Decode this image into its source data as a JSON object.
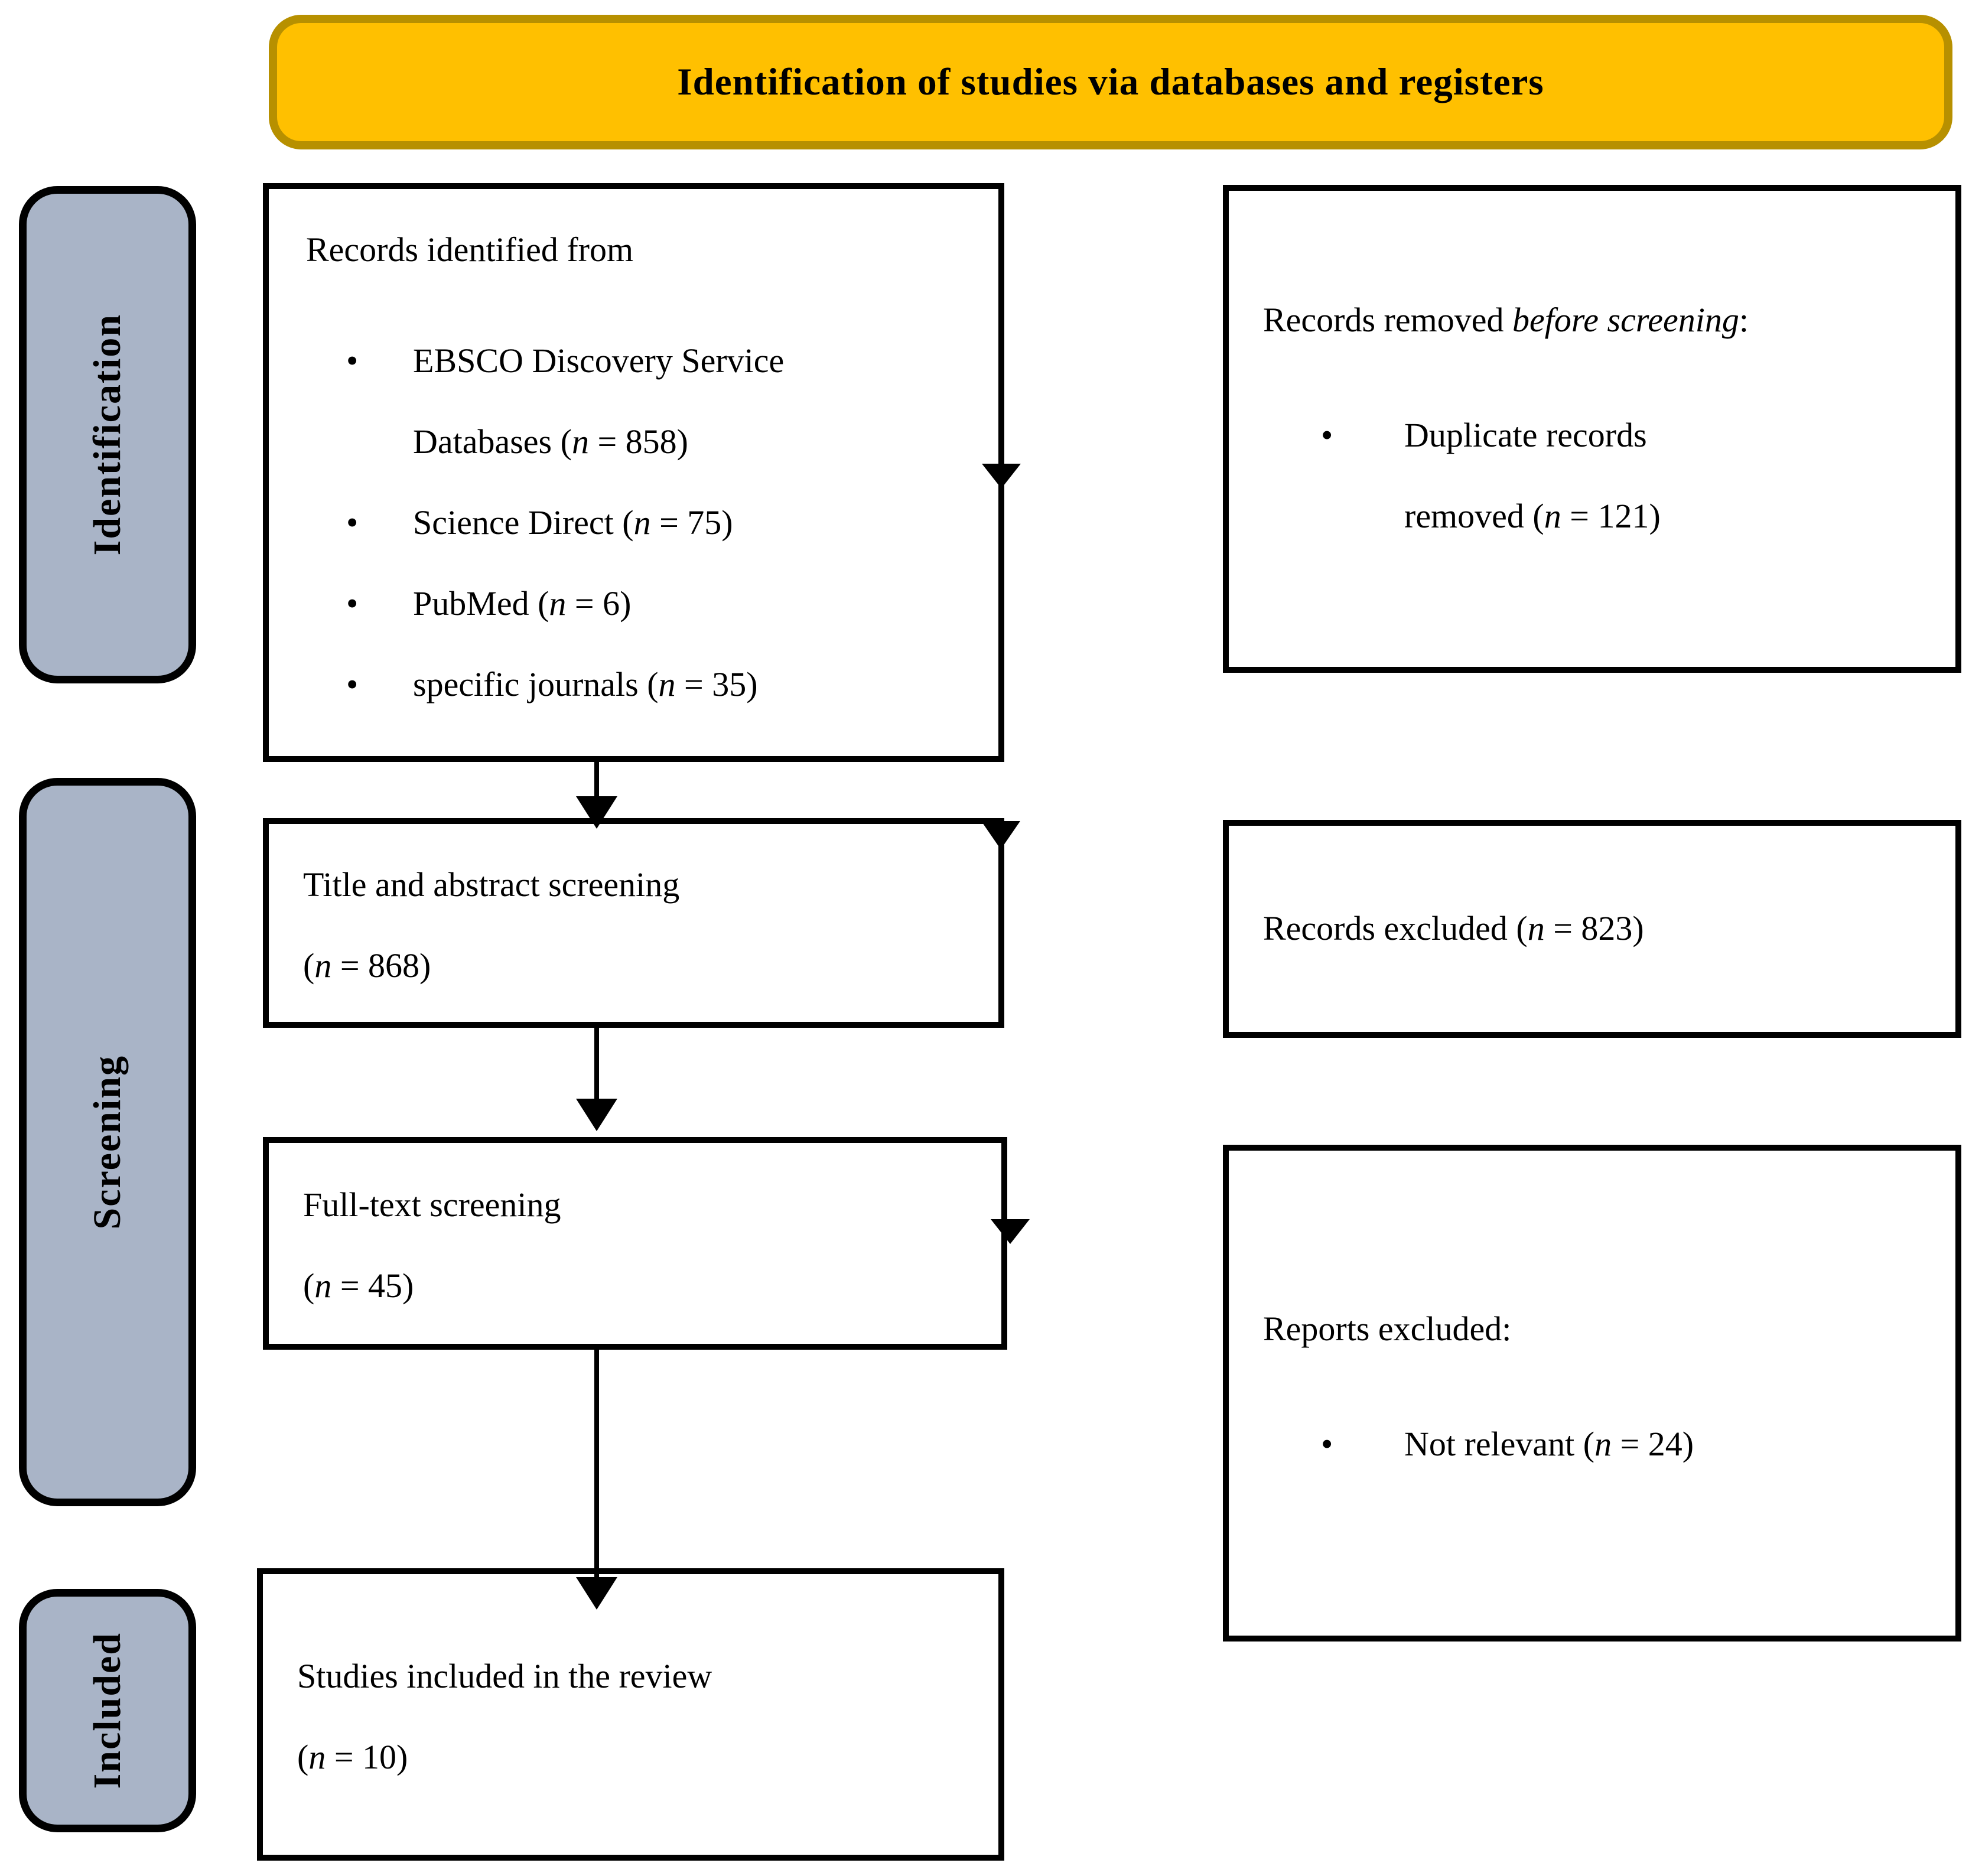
{
  "banner": {
    "title": "Identification of studies via databases and registers"
  },
  "stages": {
    "identification": "Identification",
    "screening": "Screening",
    "included": "Included"
  },
  "glyphs": {
    "bullet": "•"
  },
  "colors": {
    "banner_fill": "#FFC000",
    "banner_border": "#B79000",
    "stage_fill": "#A9B4C7",
    "box_border": "#000000",
    "arrow": "#000000",
    "text": "#000000",
    "background": "#FFFFFF"
  },
  "left": {
    "records_identified": {
      "title": "Records identified from",
      "items": [
        {
          "line1": "EBSCO Discovery Service",
          "line2_pre": "Databases (",
          "n_var": "n",
          "line2_post": " = 858)"
        },
        {
          "pre": "Science Direct (",
          "n_var": "n",
          "post": " = 75)"
        },
        {
          "pre": "PubMed (",
          "n_var": "n",
          "post": " = 6)"
        },
        {
          "pre": "specific journals (",
          "n_var": "n",
          "post": " = 35)"
        }
      ]
    },
    "title_abstract": {
      "line1": "Title and abstract screening",
      "pre": "(",
      "n_var": "n",
      "post": " = 868)"
    },
    "full_text": {
      "line1": "Full-text screening",
      "pre": "(",
      "n_var": "n",
      "post": " = 45)"
    },
    "included_studies": {
      "line1": "Studies included in the review",
      "pre": "(",
      "n_var": "n",
      "post": " = 10)"
    }
  },
  "right": {
    "removed_before": {
      "title_pre": "Records removed ",
      "title_italic": "before screening",
      "title_post": ":",
      "item_line1": "Duplicate records",
      "item_line2_pre": "removed (",
      "n_var": "n",
      "item_line2_post": " = 121)"
    },
    "records_excluded": {
      "pre": "Records excluded (",
      "n_var": "n",
      "post": " = 823)"
    },
    "reports_excluded": {
      "title": "Reports excluded:",
      "item_pre": "Not relevant (",
      "n_var": "n",
      "item_post": " = 24)"
    }
  }
}
